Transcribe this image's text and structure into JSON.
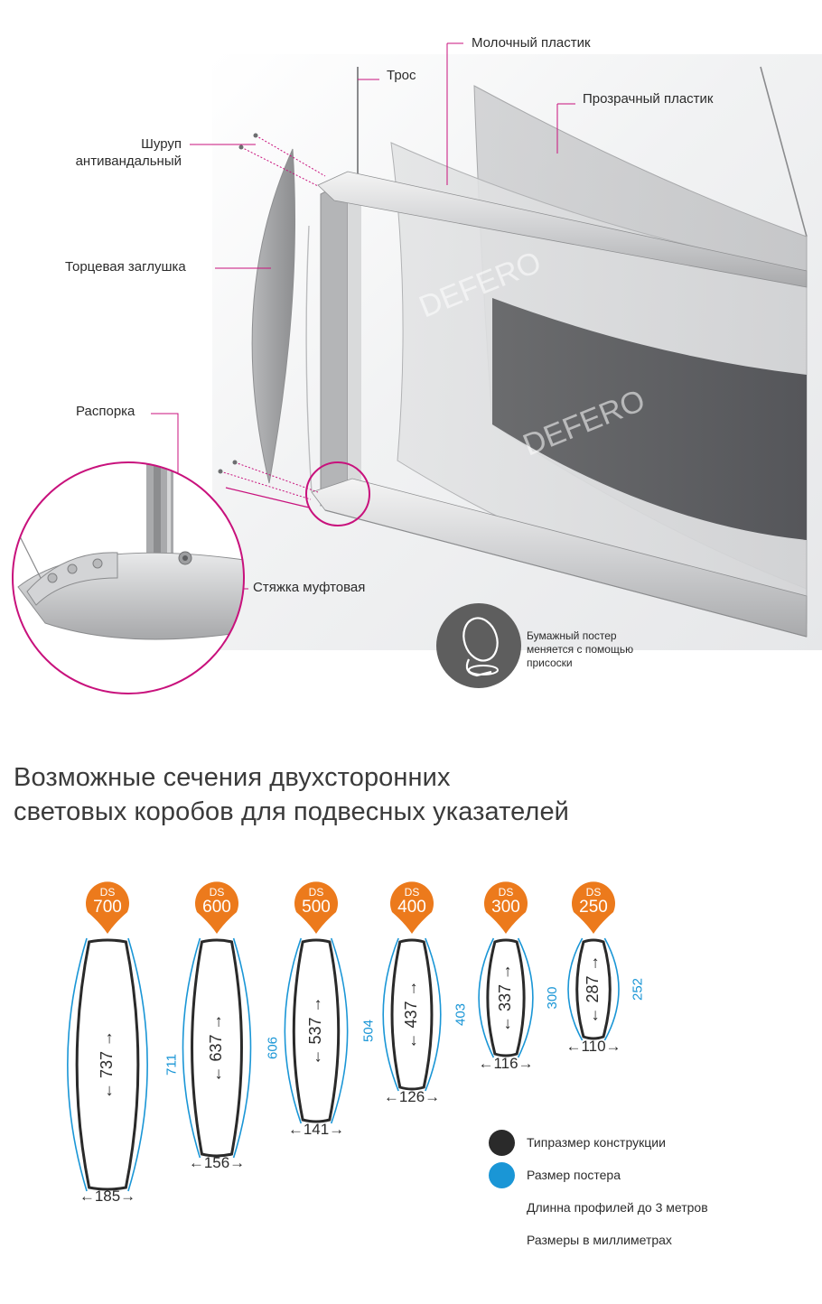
{
  "colors": {
    "accent_magenta": "#c8117c",
    "orange": "#ec7a1c",
    "poster_blue": "#1a96d6",
    "dark_circle": "#2a2a2a",
    "icon_bg": "#5e5e5e"
  },
  "labels": {
    "milk_plastic": "Молочный пластик",
    "cable": "Трос",
    "clear_plastic": "Прозрачный пластик",
    "screw_line1": "Шуруп",
    "screw_line2": "антивандальный",
    "end_cap": "Торцевая заглушка",
    "spacer": "Распорка",
    "coupling": "Стяжка муфтовая"
  },
  "watermarks": [
    "DEFERO",
    "DEFERO"
  ],
  "suction_note": {
    "line1": "Бумажный постер",
    "line2": "меняется с помощью",
    "line3": "присоски",
    "icon": "suction-cup-icon"
  },
  "heading": {
    "line1": "Возможные сечения двухсторонних",
    "line2": "световых коробов для подвесных указателей"
  },
  "sections": [
    {
      "ds": "DS",
      "model": "700",
      "height": "737",
      "poster": "711",
      "width": "185"
    },
    {
      "ds": "DS",
      "model": "600",
      "height": "637",
      "poster": "606",
      "width": "156"
    },
    {
      "ds": "DS",
      "model": "500",
      "height": "537",
      "poster": "504",
      "width": "141"
    },
    {
      "ds": "DS",
      "model": "400",
      "height": "437",
      "poster": "403",
      "width": "126"
    },
    {
      "ds": "DS",
      "model": "300",
      "height": "337",
      "poster": "300",
      "width": "116"
    },
    {
      "ds": "DS",
      "model": "250",
      "height": "287",
      "poster": "252",
      "width": "110"
    }
  ],
  "legend": {
    "construction": "Типразмер конструкции",
    "poster": "Размер постера",
    "profile_length": "Длинна профилей до 3 метров",
    "units": "Размеры в миллиметрах"
  }
}
